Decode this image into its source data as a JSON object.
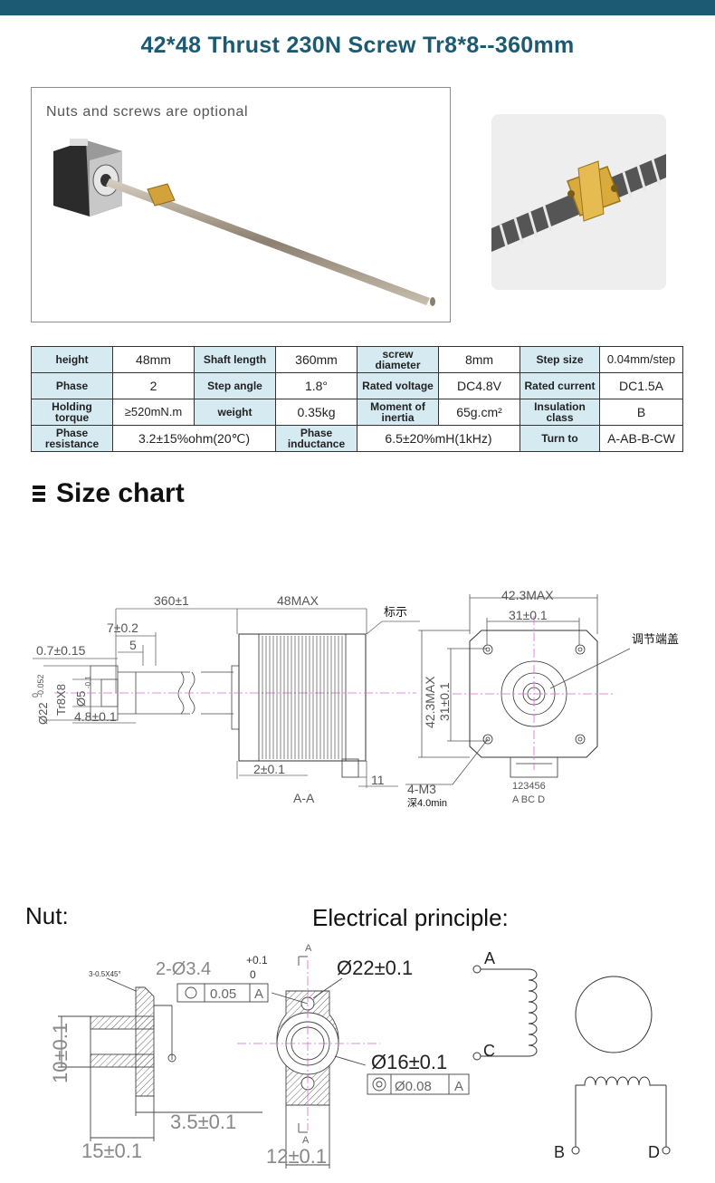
{
  "title": "42*48 Thrust 230N Screw Tr8*8--360mm",
  "photo_caption": "Nuts and screws are optional",
  "specs": [
    [
      {
        "k": "height",
        "v": "48mm"
      },
      {
        "k": "Shaft length",
        "v": "360mm"
      },
      {
        "k": "screw diameter",
        "v": "8mm"
      },
      {
        "k": "Step size",
        "v": "0.04mm/step"
      }
    ],
    [
      {
        "k": "Phase",
        "v": "2"
      },
      {
        "k": "Step angle",
        "v": "1.8°"
      },
      {
        "k": "Rated voltage",
        "v": "DC4.8V"
      },
      {
        "k": "Rated current",
        "v": "DC1.5A"
      }
    ],
    [
      {
        "k": "Holding torque",
        "v": "≥520mN.m"
      },
      {
        "k": "weight",
        "v": "0.35kg"
      },
      {
        "k": "Moment of inertia",
        "v": "65g.cm²"
      },
      {
        "k": "Insulation class",
        "v": "B"
      }
    ],
    [
      {
        "k": "Phase resistance",
        "v": "3.2±15%ohm(20℃)"
      },
      {
        "k": "Phase inductance",
        "v": "6.5±20%mH(1kHz)"
      },
      {
        "k": "Turn to",
        "v": "A-AB-B-CW"
      }
    ]
  ],
  "size_chart_title": "Size chart",
  "drawing": {
    "dim_360": "360±1",
    "dim_48max": "48MAX",
    "dim_7": "7±0.2",
    "dim_07": "0.7±0.15",
    "dim_5": "5",
    "dim_22": "Ø22",
    "dim_22_tol_top": "0",
    "dim_22_tol_bot": "-0.052",
    "dim_tr8": "Tr8X8",
    "dim_phi5": "Ø5",
    "dim_phi5_tol": "-0.1",
    "dim_48": "4.8±0.1",
    "dim_2": "2±0.1",
    "dim_11": "11",
    "section_aa": "A-A",
    "label_marking": "标示",
    "dim_423_h": "42.3MAX",
    "dim_31_h": "31±0.1",
    "dim_423_v": "42.3MAX",
    "dim_31_v": "31±0.1",
    "label_cover": "调节端盖",
    "label_m3": "4-M3",
    "label_depth": "深4.0min",
    "connector_pins": "123456",
    "connector_letters": "A  BC  D"
  },
  "nut_title": "Nut:",
  "electrical_title": "Electrical principle:",
  "nut": {
    "chamfer": "3-0.5X45°",
    "holes": "2-Ø3.4",
    "holes_tol_top": "+0.1",
    "holes_tol_bot": "0",
    "tol1_value": "0.05",
    "tol1_datum": "A",
    "dia22": "Ø22±0.1",
    "dia16": "Ø16±0.1",
    "tol2_value": "Ø0.08",
    "tol2_datum": "A",
    "dim10": "10±0.1",
    "dim35": "3.5±0.1",
    "dim15": "15±0.1",
    "dim12": "12±0.1",
    "datum": "A"
  },
  "electrical": {
    "a": "A",
    "c": "C",
    "b": "B",
    "d": "D"
  }
}
